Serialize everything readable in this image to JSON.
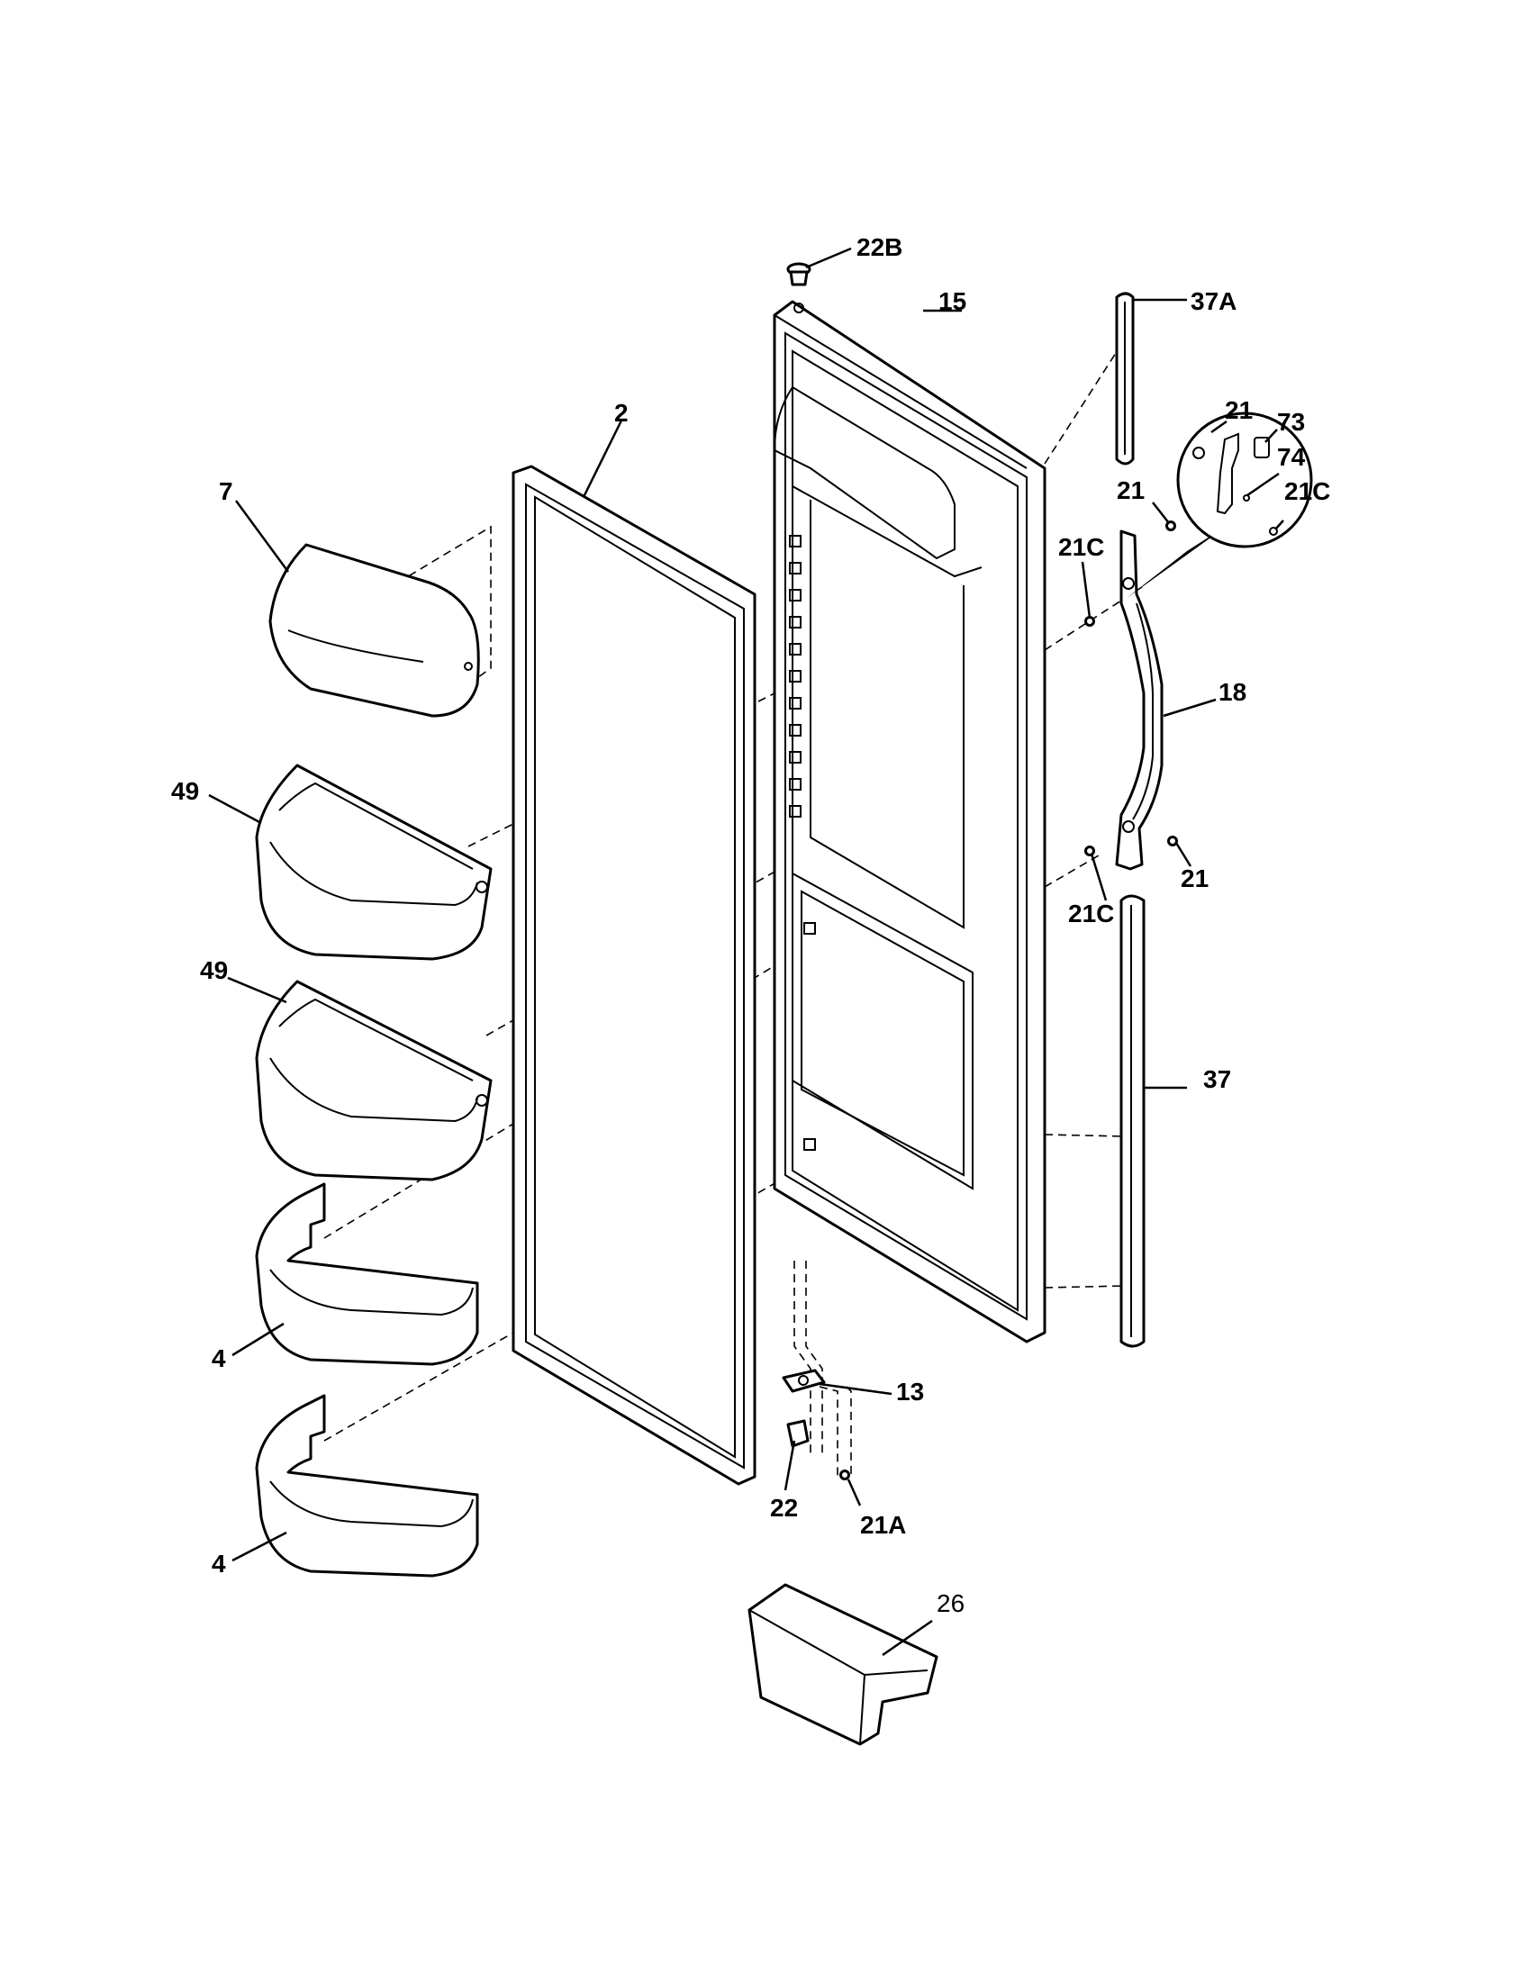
{
  "labels": {
    "22B": "22B",
    "15": "15",
    "37A": "37A",
    "2": "2",
    "7": "7",
    "21_top_detail": "21",
    "73": "73",
    "74": "74",
    "21C_detail": "21C",
    "21_upper": "21",
    "21C_upper": "21C",
    "18": "18",
    "49_upper": "49",
    "49_lower": "49",
    "21C_lower": "21C",
    "21_lower": "21",
    "37": "37",
    "4_upper": "4",
    "13": "13",
    "22": "22",
    "21A": "21A",
    "4_lower": "4",
    "26": "26"
  }
}
